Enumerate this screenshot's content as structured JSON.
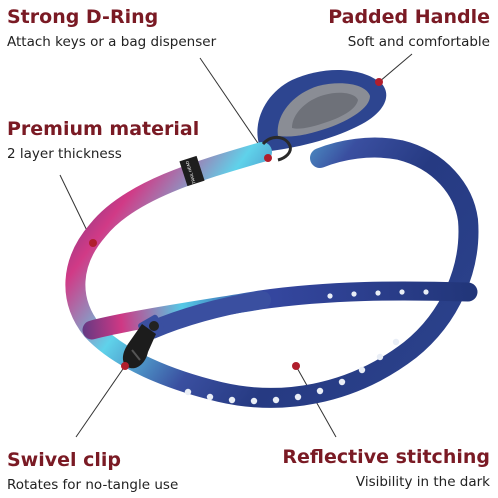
{
  "colors": {
    "title": "#7a1a24",
    "description": "#222222",
    "leash_navy": "#2b3e86",
    "leash_pink": "#d13a86",
    "leash_cyan": "#5fd2ea",
    "callout_dot": "#b01e2c",
    "clip": "#1c1c1c"
  },
  "features": {
    "strong_d_ring": {
      "title": "Strong D-Ring",
      "description": "Attach keys or a bag dispenser"
    },
    "padded_handle": {
      "title": "Padded Handle",
      "description": "Soft and comfortable"
    },
    "premium_material": {
      "title": "Premium material",
      "description": "2 layer thickness"
    },
    "swivel_clip": {
      "title": "Swivel clip",
      "description": "Rotates for no-tangle use"
    },
    "reflective_stitching": {
      "title": "Reflective stitching",
      "description": "Visibility in the dark"
    }
  },
  "tag_text": "TRAIL HEAD"
}
